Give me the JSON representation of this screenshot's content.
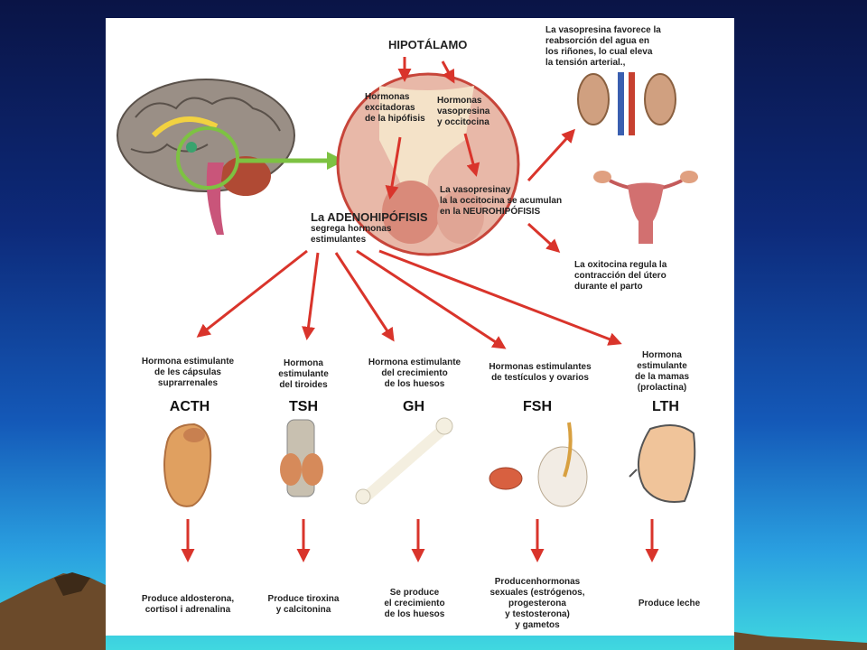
{
  "diagram": {
    "hypothalamus_label": "HIPOTÁLAMO",
    "excitatory_label": "Hormonas\nexcitadoras\nde la hipófisis",
    "vaso_hormones_label": "Hormonas\nvasopresina\ny occitocina",
    "neuro_accum_label": "La vasopresinay\nla la occitocina se acumulan\nen la NEUROHIPÓFISIS",
    "adeno_title": "La ADENOHIPÓFISIS",
    "adeno_sub": "segrega hormonas\nestimulantes",
    "vasopressin_note": "La vasopresina favorece la\nreabsorción del agua en\nlos riñones, lo cual eleva\nla tensión arterial.,",
    "oxytocin_note": "La oxitocina regula la\ncontracción  del útero\ndurante el parto",
    "hormones": [
      {
        "desc": "Hormona estimulante\nde les cápsulas\nsuprarrenales",
        "abbr": "ACTH",
        "effect": "Produce aldosterona,\ncortisol i adrenalina"
      },
      {
        "desc": "Hormona\nestimulante\ndel tiroides",
        "abbr": "TSH",
        "effect": "Produce tiroxina\ny calcitonina"
      },
      {
        "desc": "Hormona estimulante\ndel crecimiento\nde los huesos",
        "abbr": "GH",
        "effect": "Se produce\nel crecimiento\nde los huesos"
      },
      {
        "desc": "Hormonas estimulantes\nde testículos y ovarios",
        "abbr": "FSH",
        "effect": "Producenhormonas\nsexuales (estrógenos,\nprogesterona\ny testosterona)\ny gametos"
      },
      {
        "desc": "Hormona\nestimulante\nde la mamas\n(prolactina)",
        "abbr": "LTH",
        "effect": "Produce leche"
      }
    ]
  },
  "colors": {
    "arrow": "#d9342b",
    "green_arrow": "#7dc242",
    "panel": "#ffffff"
  }
}
